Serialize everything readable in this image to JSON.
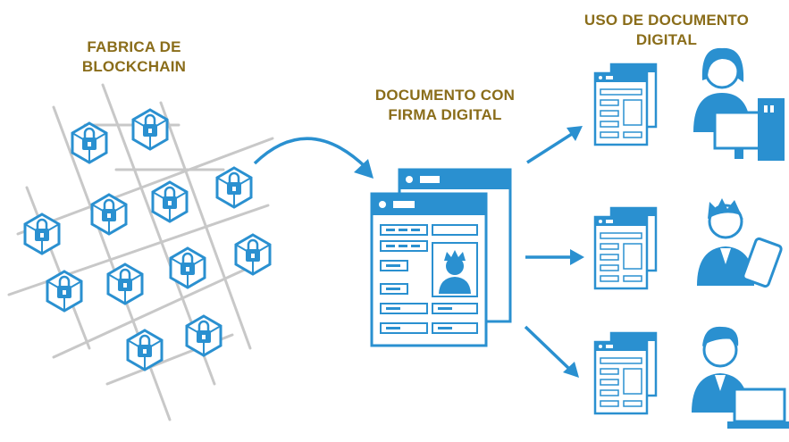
{
  "labels": {
    "blockchain_line1": "FABRICA DE",
    "blockchain_line2": "BLOCKCHAIN",
    "document_line1": "DOCUMENTO CON",
    "document_line2": "FIRMA DIGITAL",
    "usage_line1": "USO DE DOCUMENTO",
    "usage_line2": "DIGITAL"
  },
  "colors": {
    "primary_blue": "#2a90d0",
    "line_gray": "#c8c8c8",
    "label_gold": "#8a6d1a"
  },
  "icons": {
    "blocks": "locked-cube-icon",
    "document": "document-with-photo-icon",
    "users": [
      "woman-at-desktop-icon",
      "man-with-tablet-icon",
      "man-with-laptop-icon"
    ]
  }
}
